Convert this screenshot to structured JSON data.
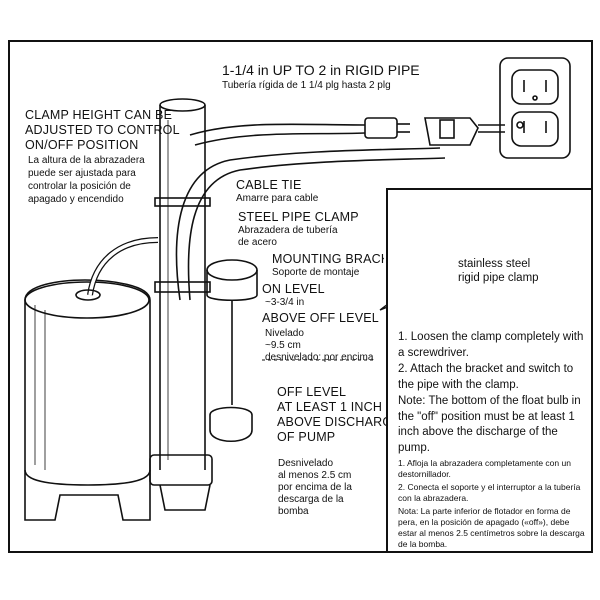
{
  "pipe_label": {
    "en": "1-1/4 in UP TO 2 in RIGID PIPE",
    "es": "Tubería rígida de 1 1/4 plg hasta 2 plg"
  },
  "clamp_height": {
    "en": [
      "CLAMP HEIGHT CAN BE",
      "ADJUSTED TO CONTROL",
      "ON/OFF POSITION"
    ],
    "es": [
      "La altura de la abrazadera",
      "puede ser ajustada para",
      "controlar la posición de",
      "apagado y encendido"
    ]
  },
  "cable_tie": {
    "en": "CABLE TIE",
    "es": "Amarre para cable"
  },
  "steel_clamp": {
    "en": "STEEL PIPE CLAMP",
    "es": [
      "Abrazadera de tubería",
      "de acero"
    ]
  },
  "mounting_bracket": {
    "en": "MOUNTING BRACKET",
    "es": "Soporte de montaje"
  },
  "on_level": {
    "en": [
      "ON LEVEL",
      "~3-3/4 in",
      "ABOVE OFF LEVEL"
    ],
    "es": [
      "Nivelado",
      "~9.5 cm",
      "desnivelado: por encima"
    ]
  },
  "off_level": {
    "en": [
      "OFF LEVEL",
      "AT LEAST 1 INCH",
      "ABOVE DISCHARGE",
      "OF PUMP"
    ],
    "es": [
      "Desnivelado",
      "al menos 2.5 cm",
      "por encima de la",
      "descarga de la",
      "bomba"
    ]
  },
  "inset": {
    "clamp_label": [
      "stainless steel",
      "rigid pipe clamp"
    ],
    "steps_en": [
      "1. Loosen the clamp completely with a screwdriver.",
      "2. Attach the bracket and switch to the pipe with the clamp.",
      "Note: The bottom of the float bulb in the \"off\" position must be at least 1 inch above the discharge of the pump."
    ],
    "steps_es": [
      "1. Afloja la abrazadera completamente con un destornillador.",
      "2. Conecta el soporte y el interruptor a la tubería con la abrazadera.",
      "Nota: La parte inferior de flotador en forma de pera, en la posición de apagado («off»), debe estar al menos 2.5 centímetros sobre la descarga de la bomba."
    ]
  }
}
